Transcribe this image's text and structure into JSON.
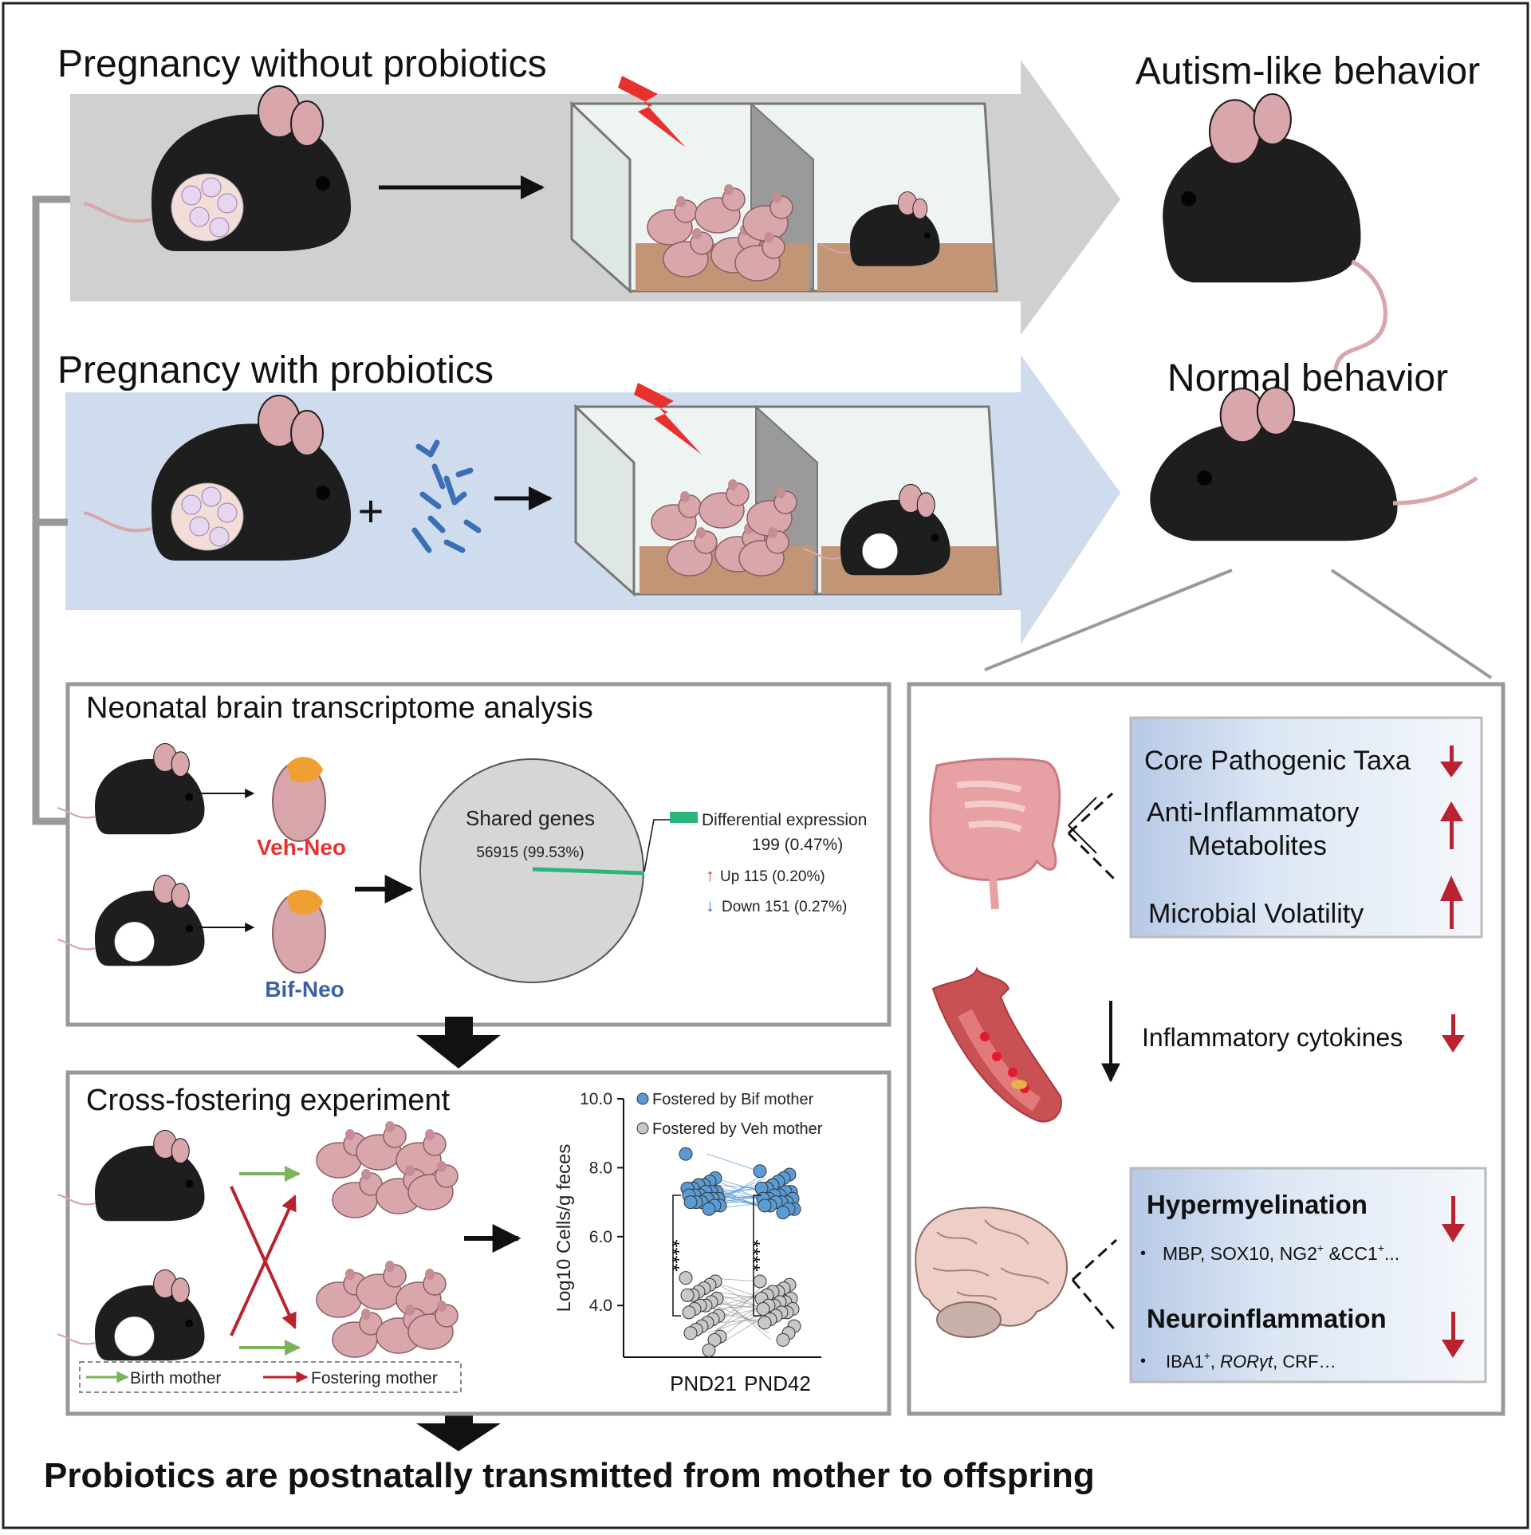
{
  "top_row": {
    "title": "Pregnancy without probiotics",
    "outcome": "Autism-like behavior"
  },
  "middle_row": {
    "title": "Pregnancy with probiotics",
    "plus_sign": "+",
    "outcome": "Normal behavior"
  },
  "transcriptome_panel": {
    "title": "Neonatal brain transcriptome analysis",
    "group_veh": "Veh-Neo",
    "group_bif": "Bif-Neo",
    "shared_label": "Shared genes",
    "shared_value": "56915 (99.53%)",
    "diff_label": "Differential expression",
    "diff_value": "199 (0.47%)",
    "up_arrow": "↑",
    "up_label": "Up 115 (0.20%)",
    "down_arrow": "↓",
    "down_label": "Down 151 (0.27%)"
  },
  "crossfoster_panel": {
    "title": "Cross-fostering experiment",
    "legend_birth": "Birth mother",
    "legend_fostering": "Fostering mother"
  },
  "chart_data": {
    "type": "scatter",
    "ylabel": "Log10 Cells/g feces",
    "ylim": [
      2.5,
      10.0
    ],
    "yticks": [
      "10.0",
      "8.0",
      "6.0",
      "4.0"
    ],
    "ytick_values": [
      10.0,
      8.0,
      6.0,
      4.0
    ],
    "categories": [
      "PND21",
      "PND42"
    ],
    "significance": [
      "****",
      "****"
    ],
    "series": [
      {
        "name": "Fostered by Bif mother",
        "color": "#5b9bd5",
        "PND21": [
          8.4,
          7.7,
          7.6,
          7.5,
          7.5,
          7.4,
          7.4,
          7.3,
          7.3,
          7.3,
          7.2,
          7.2,
          7.2,
          7.1,
          7.1,
          7.1,
          7.0,
          7.0,
          7.0,
          6.9,
          6.9,
          6.8
        ],
        "PND42": [
          7.9,
          7.8,
          7.7,
          7.6,
          7.5,
          7.4,
          7.4,
          7.3,
          7.3,
          7.2,
          7.2,
          7.1,
          7.1,
          7.1,
          7.0,
          7.0,
          7.0,
          6.9,
          6.9,
          6.8,
          6.8,
          6.7
        ]
      },
      {
        "name": "Fostered by Veh mother",
        "color": "#c8c8c8",
        "PND21": [
          4.8,
          4.7,
          4.6,
          4.5,
          4.4,
          4.3,
          4.3,
          4.2,
          4.1,
          4.0,
          4.0,
          3.9,
          3.8,
          3.7,
          3.6,
          3.5,
          3.4,
          3.3,
          3.2,
          3.1,
          3.0,
          2.7
        ],
        "PND42": [
          4.7,
          4.6,
          4.5,
          4.4,
          4.4,
          4.3,
          4.2,
          4.2,
          4.1,
          4.1,
          4.0,
          4.0,
          3.9,
          3.9,
          3.8,
          3.8,
          3.7,
          3.6,
          3.5,
          3.4,
          3.2,
          3.0
        ]
      }
    ]
  },
  "right_panel": {
    "gut_items": [
      "Core Pathogenic Taxa",
      "Anti-Inflammatory",
      "Metabolites",
      "Microbial Volatility"
    ],
    "cytokines": "Inflammatory cytokines",
    "hyper_title": "Hypermyelination",
    "bullet": "•",
    "hyper_markers": "MBP, SOX10, NG2",
    "sup_plus": "+",
    "hyper_markers_b": " &CC1",
    "hyper_markers_end": "...",
    "neuro_title": "Neuroinflammation",
    "neuro_marker_a": "IBA1",
    "neuro_marker_b": ", ",
    "neuro_marker_ror": "RORγt",
    "neuro_marker_c": ", CRF…"
  },
  "bottom_banner": "Probiotics are postnatally transmitted from mother to offspring",
  "colors": {
    "top_band": "#d0d0d0",
    "middle_band": "#cfdcee",
    "veh_red": "#e8312f",
    "bif_blue": "#3c5fa6",
    "dark_red_arrow": "#b8232f",
    "green_arrow": "#7ab55c",
    "diff_green": "#2bb57a",
    "mouse_black": "#1e1e1e",
    "pink": "#d9a6ab"
  }
}
